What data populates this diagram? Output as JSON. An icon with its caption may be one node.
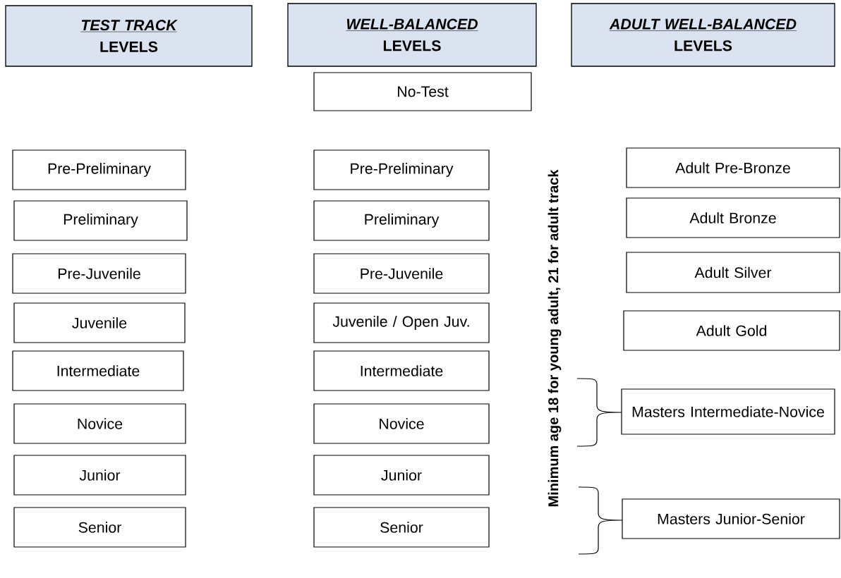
{
  "diagram": {
    "nodes": [
      {
        "text": [
          "TEST TRACK",
          "LEVELS"
        ]
      },
      {
        "text": [
          "WELL-BALANCED",
          "LEVELS"
        ]
      },
      {
        "text": [
          "ADULT WELL-BALANCED",
          "LEVELS"
        ]
      },
      {
        "text": [
          "Pre-Preliminary"
        ]
      },
      {
        "text": [
          "Preliminary"
        ]
      },
      {
        "text": [
          "Pre-Juvenile"
        ]
      },
      {
        "text": [
          "Juvenile"
        ]
      },
      {
        "text": [
          "Intermediate"
        ]
      },
      {
        "text": [
          "Novice"
        ]
      },
      {
        "text": [
          "Junior"
        ]
      },
      {
        "text": [
          "Senior"
        ]
      },
      {
        "text": [
          "No-Test"
        ]
      },
      {
        "text": [
          "Pre-Preliminary"
        ]
      },
      {
        "text": [
          "Preliminary"
        ]
      },
      {
        "text": [
          "Pre-Juvenile"
        ]
      },
      {
        "text": [
          "Juvenile / Open Juv."
        ]
      },
      {
        "text": [
          "Intermediate"
        ]
      },
      {
        "text": [
          "Novice"
        ]
      },
      {
        "text": [
          "Junior"
        ]
      },
      {
        "text": [
          "Senior"
        ]
      },
      {
        "text": [
          "Adult Pre-Bronze"
        ]
      },
      {
        "text": [
          "Adult Bronze"
        ]
      },
      {
        "text": [
          "Adult Silver"
        ]
      },
      {
        "text": [
          "Adult Gold"
        ]
      },
      {
        "text": [
          "Masters Intermediate-Novice"
        ]
      },
      {
        "text": [
          "Masters Junior-Senior"
        ]
      }
    ],
    "labels": [
      "Minimum age 18 for young adult, 21 for adult track"
    ]
  }
}
